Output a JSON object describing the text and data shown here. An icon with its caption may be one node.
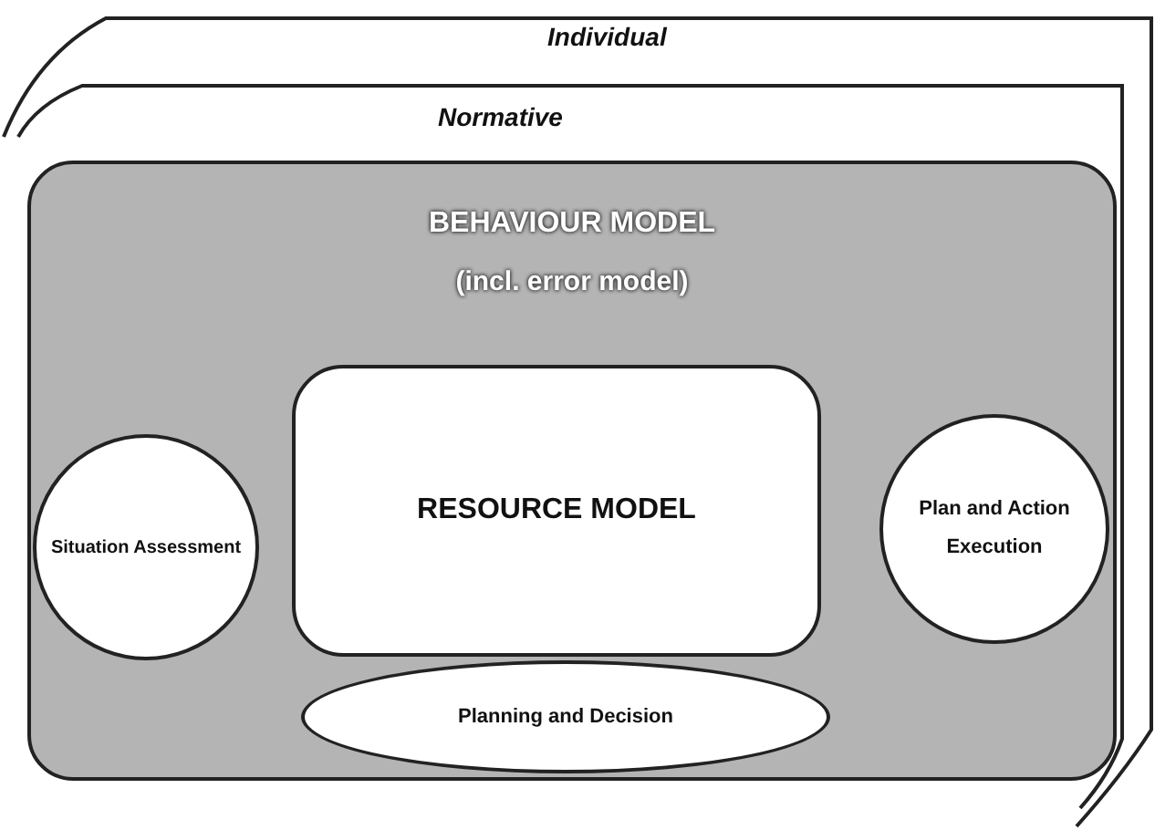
{
  "diagram": {
    "nodes": [
      {
        "text": [
          "Individual"
        ]
      },
      {
        "text": [
          "Normative"
        ],
        "in": 0
      },
      {
        "text": [
          "BEHAVIOUR MODEL",
          "(incl. error model)"
        ],
        "in": 1
      },
      {
        "text": [
          "Situation Assessment"
        ],
        "in": 2
      },
      {
        "text": [
          "RESOURCE MODEL"
        ],
        "in": 2
      },
      {
        "text": [
          "Plan and Action Execution"
        ],
        "in": 2
      },
      {
        "text": [
          "Planning and Decision"
        ],
        "in": 2
      }
    ],
    "edges": []
  }
}
